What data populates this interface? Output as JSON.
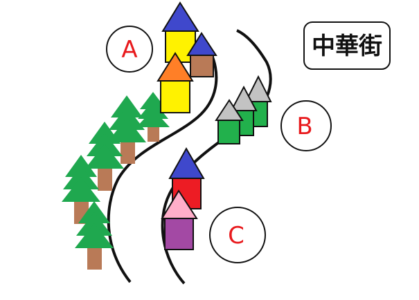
{
  "labels": {
    "a": "A",
    "b": "B",
    "c": "C"
  },
  "sign": {
    "text": "中華街"
  },
  "colors": {
    "road": "#111111",
    "label_text": "#e8191c",
    "tree_green": "#1fa84f",
    "tree_trunk": "#b97a57",
    "roof_blue": "#3f48cc",
    "roof_orange": "#ff7f27",
    "roof_gray": "#c3c3c3",
    "roof_pink": "#ffaec9",
    "wall_yellow": "#fff200",
    "wall_brown": "#b97a57",
    "wall_green": "#22b14c",
    "wall_red": "#ed1c24",
    "wall_purple": "#a349a4"
  }
}
